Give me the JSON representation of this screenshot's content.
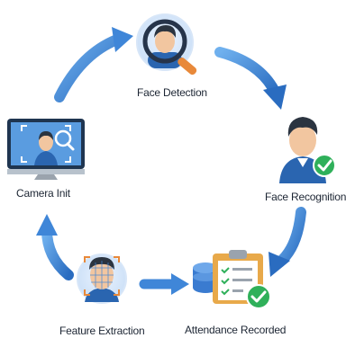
{
  "nodes": {
    "face_detection": {
      "label": "Face Detection",
      "icon": "face-magnifier-icon"
    },
    "face_recognition": {
      "label": "Face Recognition",
      "icon": "face-check-icon"
    },
    "attendance_recorded": {
      "label": "Attendance Recorded",
      "icon": "clipboard-database-check-icon"
    },
    "feature_extraction": {
      "label": "Feature Extraction",
      "icon": "face-mesh-grid-icon"
    },
    "camera_init": {
      "label": "Camera Init",
      "icon": "monitor-face-scan-icon"
    }
  },
  "colors": {
    "arrow": "#3f86d8",
    "arrow_dark": "#2a6cc0",
    "check": "#2fb05a",
    "skin": "#f2c6a0",
    "hair": "#2b3440",
    "shirt": "#2a65b0",
    "clipboard": "#e8a94a"
  }
}
